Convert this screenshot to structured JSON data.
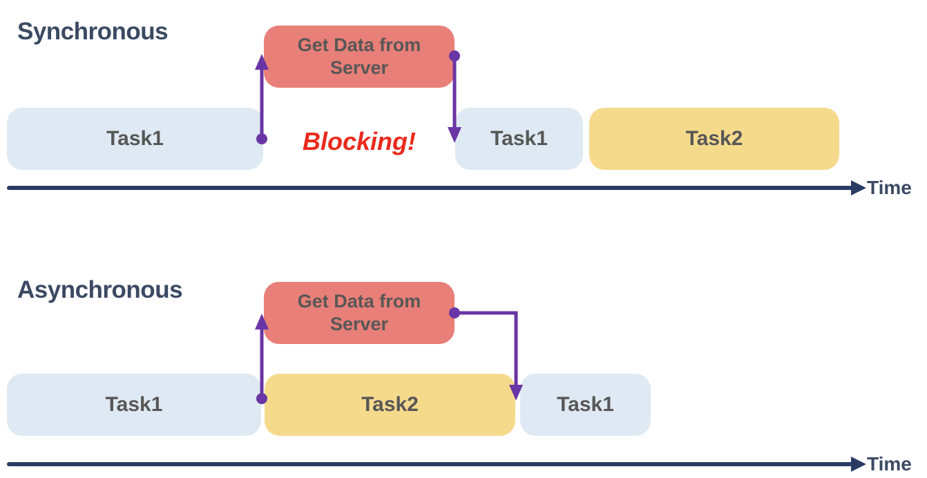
{
  "sync": {
    "title": "Synchronous",
    "server_box_label": "Get Data from Server",
    "blocking_label": "Blocking!",
    "task_first": "Task1",
    "task_resumed": "Task1",
    "task_second": "Task2",
    "time_label": "Time"
  },
  "async": {
    "title": "Asynchronous",
    "server_box_label": "Get Data from Server",
    "task_first": "Task1",
    "task_second": "Task2",
    "task_resumed": "Task1",
    "time_label": "Time"
  },
  "colors": {
    "title_text": "#3b4a63",
    "task_blue_bg": "#dfe9f3",
    "task_yellow_bg": "#f6da8c",
    "server_box_bg": "#e87f78",
    "box_text": "#575757",
    "blocking_text": "#ea2a1d",
    "arrow_purple": "#6a35a5",
    "axis_navy": "#2a3c64"
  }
}
